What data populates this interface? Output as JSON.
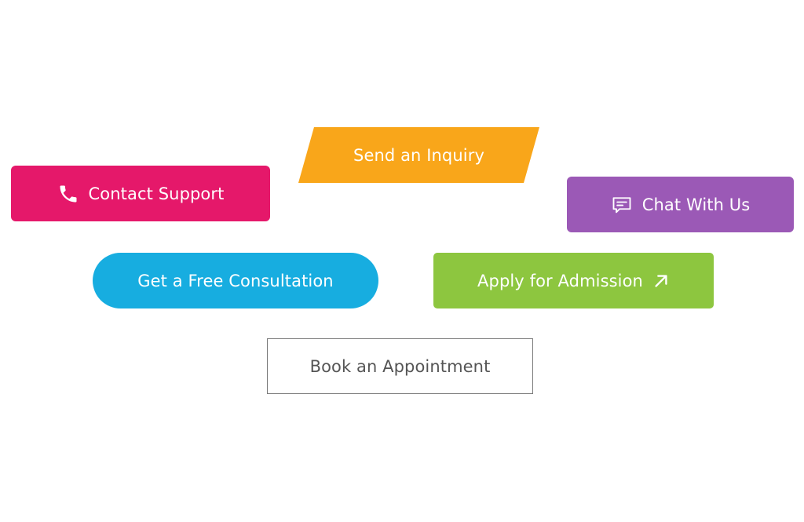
{
  "buttons": {
    "contact_support": {
      "label": "Contact Support",
      "icon": "phone-icon",
      "color": "#e5186a"
    },
    "send_inquiry": {
      "label": "Send an Inquiry",
      "color": "#f9a61a"
    },
    "chat_with_us": {
      "label": "Chat With Us",
      "icon": "chat-bubble-icon",
      "color": "#9b59b6"
    },
    "free_consultation": {
      "label": "Get a Free Consultation",
      "color": "#17ade0"
    },
    "apply_admission": {
      "label": "Apply for Admission",
      "icon": "arrow-up-right-icon",
      "color": "#8dc63f"
    },
    "book_appointment": {
      "label": "Book an Appointment",
      "border_color": "#7a7a7a",
      "text_color": "#555555"
    }
  }
}
